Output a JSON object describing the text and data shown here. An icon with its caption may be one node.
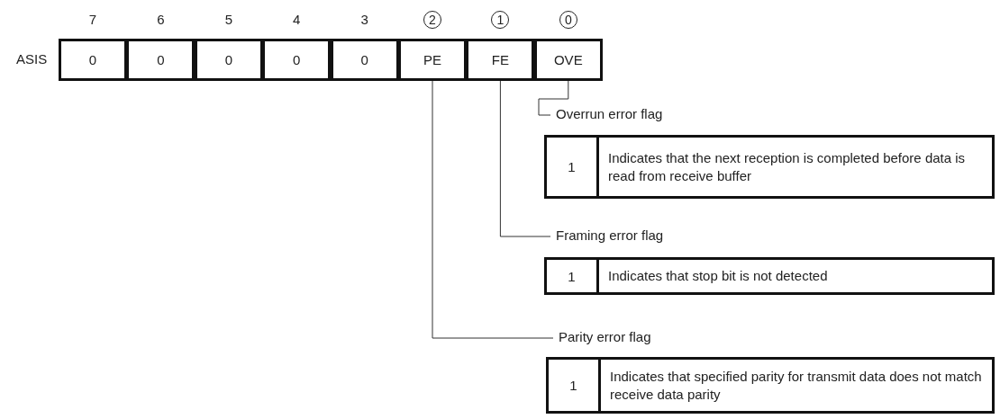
{
  "diagram": {
    "nodes": [
      {
        "text": [
          "0"
        ]
      },
      {
        "text": [
          "0"
        ]
      },
      {
        "text": [
          "0"
        ]
      },
      {
        "text": [
          "0"
        ]
      },
      {
        "text": [
          "0"
        ]
      },
      {
        "text": [
          "PE"
        ]
      },
      {
        "text": [
          "FE"
        ]
      },
      {
        "text": [
          "OVE"
        ]
      },
      {
        "text": [
          "Overrun error flag"
        ]
      },
      {
        "text": [
          "1",
          "Indicates that the next reception is completed before data is read from receive buffer"
        ]
      },
      {
        "text": [
          "Framing error flag"
        ]
      },
      {
        "text": [
          "1",
          "Indicates that stop bit is not detected"
        ]
      },
      {
        "text": [
          "Parity error flag"
        ]
      },
      {
        "text": [
          "1",
          "Indicates that specified parity for transmit data does not match receive data parity"
        ]
      }
    ],
    "edges": [
      {
        "from": 7,
        "to": 8,
        "arrow": "none"
      },
      {
        "from": 6,
        "to": 10,
        "arrow": "none"
      },
      {
        "from": 5,
        "to": 12,
        "arrow": "none"
      }
    ],
    "labels": [
      "7",
      "6",
      "5",
      "4",
      "3",
      "2",
      "1",
      "0",
      "ASIS"
    ]
  }
}
